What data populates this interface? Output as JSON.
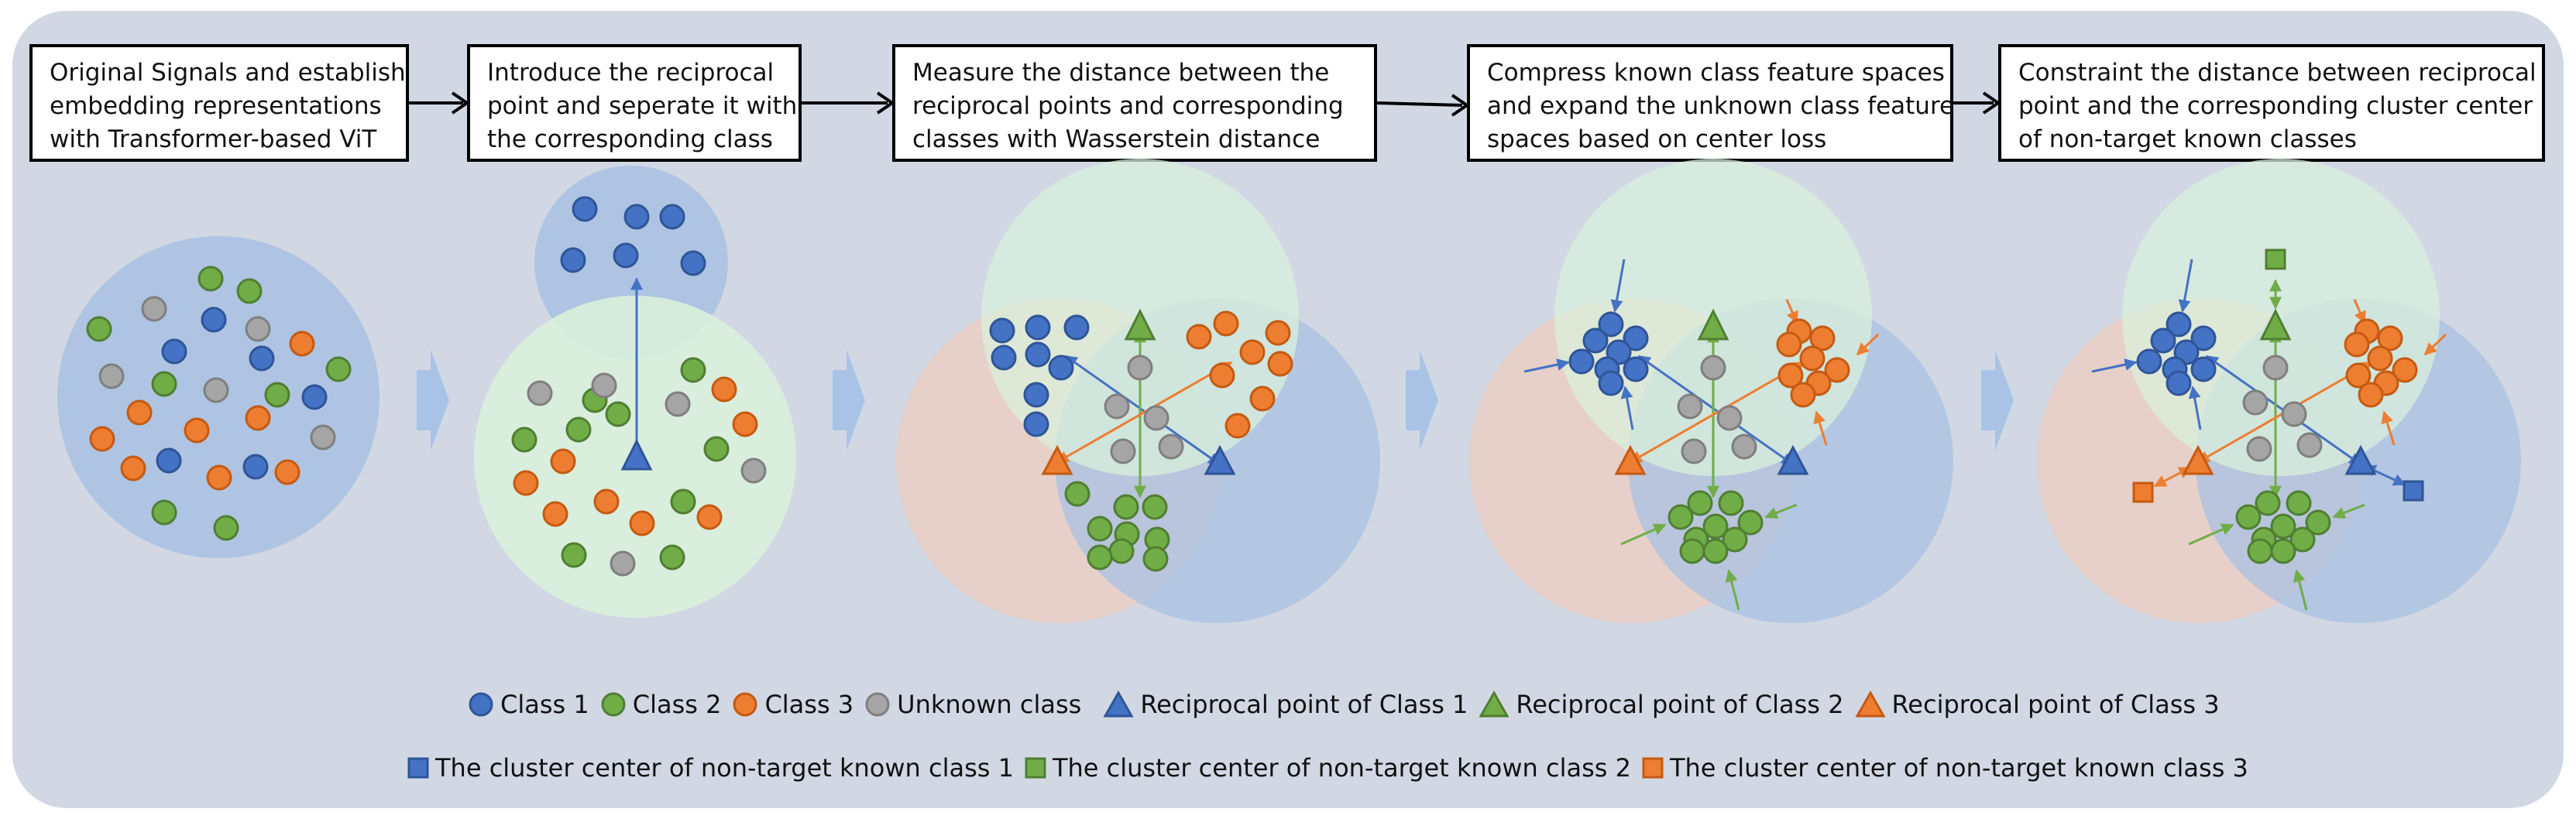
{
  "steps": [
    {
      "lines": [
        "Original Signals and establish",
        "embedding representations",
        "with Transformer-based ViT"
      ]
    },
    {
      "lines": [
        "Introduce the reciprocal",
        "point and seperate it with",
        "the corresponding class"
      ]
    },
    {
      "lines": [
        "Measure the distance between the",
        "reciprocal points and corresponding",
        "classes with Wasserstein distance"
      ]
    },
    {
      "lines": [
        "Compress known class feature spaces",
        "and expand the unknown class feature",
        "spaces based on center loss"
      ]
    },
    {
      "lines": [
        "Constraint the distance between reciprocal",
        "point and the corresponding cluster center",
        "of non-target known classes"
      ]
    }
  ],
  "legend": {
    "row1": [
      {
        "label": "Class 1",
        "shape": "circle",
        "color": "#4472c4"
      },
      {
        "label": "Class 2",
        "shape": "circle",
        "color": "#70ad47"
      },
      {
        "label": "Class 3",
        "shape": "circle",
        "color": "#ed7d31"
      },
      {
        "label": "Unknown class",
        "shape": "circle",
        "color": "#a5a5a5"
      },
      {
        "label": "Reciprocal point of Class 1",
        "shape": "triangle",
        "color": "#4472c4"
      },
      {
        "label": "Reciprocal point of Class 2",
        "shape": "triangle",
        "color": "#70ad47"
      },
      {
        "label": "Reciprocal point of Class 3",
        "shape": "triangle",
        "color": "#ed7d31"
      }
    ],
    "row2": [
      {
        "label": "The cluster center of non-target known class 1",
        "shape": "square",
        "color": "#4472c4"
      },
      {
        "label": "The cluster center of non-target known class 2",
        "shape": "square",
        "color": "#70ad47"
      },
      {
        "label": "The cluster center of non-target known class 3",
        "shape": "square",
        "color": "#ed7d31"
      }
    ]
  },
  "colors": {
    "class1": "#4472c4",
    "class2": "#70ad47",
    "class3": "#ed7d31",
    "unknown": "#a5a5a5",
    "panel_background": "#d1d8e4",
    "region_class1": "#a8c1e2",
    "region_class2": "#d9f1dc",
    "region_class3": "#eccdc0"
  },
  "icons": {
    "step_arrow": "right-arrow-icon",
    "stage_separator": "chevron-arrow-icon"
  }
}
